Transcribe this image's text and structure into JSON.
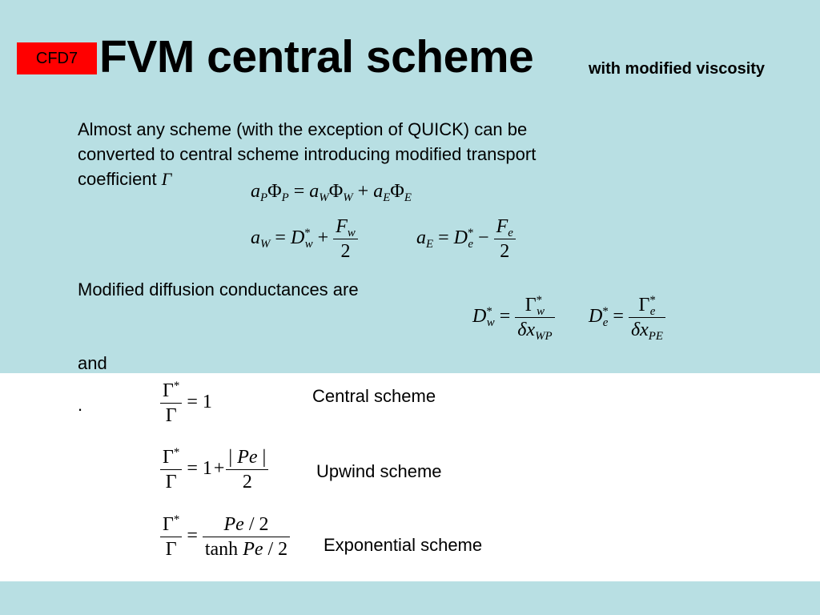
{
  "header": {
    "badge": "CFD7",
    "title": "FVM central scheme",
    "subtitle": "with modified viscosity"
  },
  "intro": {
    "line1": "Almost any scheme (with the exception of QUICK) can be",
    "line2": "converted to central scheme introducing modified transport",
    "line3": "coefficient",
    "symbol": "Γ"
  },
  "modified_text": "Modified diffusion conductances are",
  "and_text": "and",
  "bullet": ".",
  "schemes": [
    {
      "label": "Central scheme"
    },
    {
      "label": "Upwind scheme"
    },
    {
      "label": "Exponential scheme"
    }
  ],
  "colors": {
    "background": "#b8dfe3",
    "content_background": "#ffffff",
    "badge": "#ff0000"
  }
}
